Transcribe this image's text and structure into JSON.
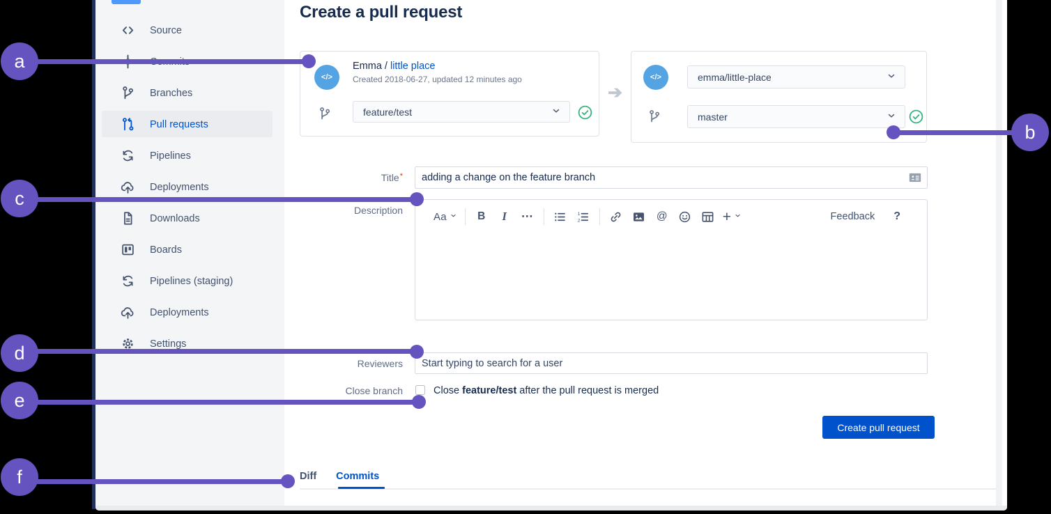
{
  "annotations": {
    "accent_color": "#6554C0",
    "markers": [
      {
        "letter": "a"
      },
      {
        "letter": "b"
      },
      {
        "letter": "c"
      },
      {
        "letter": "d"
      },
      {
        "letter": "e"
      },
      {
        "letter": "f"
      }
    ]
  },
  "sidebar": {
    "items": [
      {
        "label": "Source",
        "icon": "code-icon",
        "selected": false
      },
      {
        "label": "Commits",
        "icon": "commit-icon",
        "selected": false
      },
      {
        "label": "Branches",
        "icon": "branches-icon",
        "selected": false
      },
      {
        "label": "Pull requests",
        "icon": "pull-request-icon",
        "selected": true
      },
      {
        "label": "Pipelines",
        "icon": "pipelines-icon",
        "selected": false
      },
      {
        "label": "Deployments",
        "icon": "deployments-icon",
        "selected": false
      },
      {
        "label": "Downloads",
        "icon": "downloads-icon",
        "selected": false
      },
      {
        "label": "Boards",
        "icon": "boards-icon",
        "selected": false
      },
      {
        "label": "Pipelines (staging)",
        "icon": "pipelines-icon",
        "selected": false
      },
      {
        "label": "Deployments",
        "icon": "deployments-icon",
        "selected": false
      },
      {
        "label": "Settings",
        "icon": "settings-icon",
        "selected": false
      }
    ]
  },
  "main": {
    "heading": "Create a pull request",
    "source_panel": {
      "repo_prefix": "Emma / ",
      "repo_link": "little place",
      "meta": "Created 2018-06-27, updated 12 minutes ago",
      "branch": "feature/test"
    },
    "destination_panel": {
      "repo": "emma/little-place",
      "branch": "master"
    },
    "form": {
      "title_label": "Title",
      "required_mark": "*",
      "title_value": "adding a change on the feature branch",
      "description_label": "Description",
      "reviewers_label": "Reviewers",
      "reviewers_placeholder": "Start typing to search for a user",
      "close_branch_label": "Close branch",
      "close_text_before": "Close ",
      "close_text_branch": "feature/test",
      "close_text_after": " after the pull request is merged",
      "submit_label": "Create pull request"
    },
    "editor_toolbar": {
      "text_style_label": "Aa",
      "bold_label": "B",
      "italic_label": "I",
      "more_label": "⋯",
      "mention_label": "@",
      "plus_label": "+",
      "feedback_label": "Feedback",
      "help_label": "?"
    },
    "tabs": [
      {
        "label": "Diff",
        "active": false
      },
      {
        "label": "Commits",
        "active": true
      }
    ]
  },
  "colors": {
    "accent_purple": "#6554C0",
    "link_blue": "#0052CC",
    "button_blue": "#0052CC",
    "success_green": "#36B37E",
    "avatar_blue": "#54A3E2",
    "sidebar_bg": "#F4F5F7",
    "heading_text": "#172B4D"
  }
}
